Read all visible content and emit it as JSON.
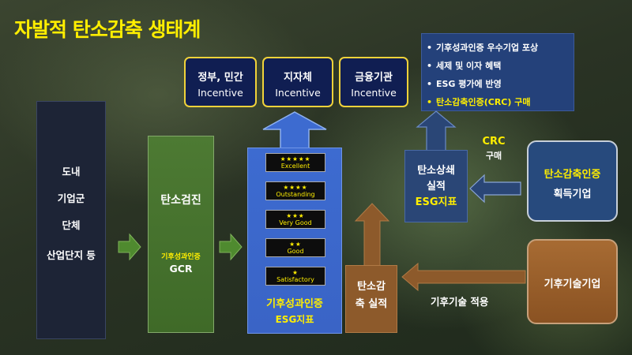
{
  "title": "자발적 탄소감축 생태계",
  "entities": {
    "lines": [
      "도내",
      "기업군",
      "단체",
      "산업단지 등"
    ]
  },
  "gcr": {
    "title": "탄소검진",
    "subtitle": "기후성과인증",
    "code": "GCR"
  },
  "rating": {
    "levels": [
      {
        "stars": "★★★★★",
        "label": "Excellent"
      },
      {
        "stars": "★★★★",
        "label": "Outstanding"
      },
      {
        "stars": "★★★",
        "label": "Very Good"
      },
      {
        "stars": "★★",
        "label": "Good"
      },
      {
        "stars": "★",
        "label": "Satisfactory"
      }
    ],
    "title": "기후성과인증",
    "subtitle": "ESG지표"
  },
  "incentives": [
    {
      "name": "정부, 민간",
      "label": "Incentive"
    },
    {
      "name": "지자체",
      "label": "Incentive"
    },
    {
      "name": "금융기관",
      "label": "Incentive"
    }
  ],
  "benefits": [
    "기후성과인증 우수기업 포상",
    "세제 및 이자 혜택",
    "ESG 평가에 반영",
    "탄소감축인증(CRC) 구매"
  ],
  "bullet": "•",
  "offset": {
    "line1": "탄소상쇄",
    "line2": "실적",
    "line3": "ESG지표"
  },
  "crc": {
    "code": "CRC",
    "action": "구매"
  },
  "reduction": {
    "line1": "탄소감",
    "line2": "축 실적"
  },
  "cert_company": {
    "line1": "탄소감축인증",
    "line2": "획득기업"
  },
  "tech_company": {
    "line1": "기후기술기업"
  },
  "apply_label": "기후기술 적용",
  "colors": {
    "title": "#ffee00",
    "highlight": "#ffee00",
    "green_arrow": "#4f8a2f",
    "blue_arrow": "#3d6bd0",
    "brown_arrow": "#8d5a2b"
  }
}
